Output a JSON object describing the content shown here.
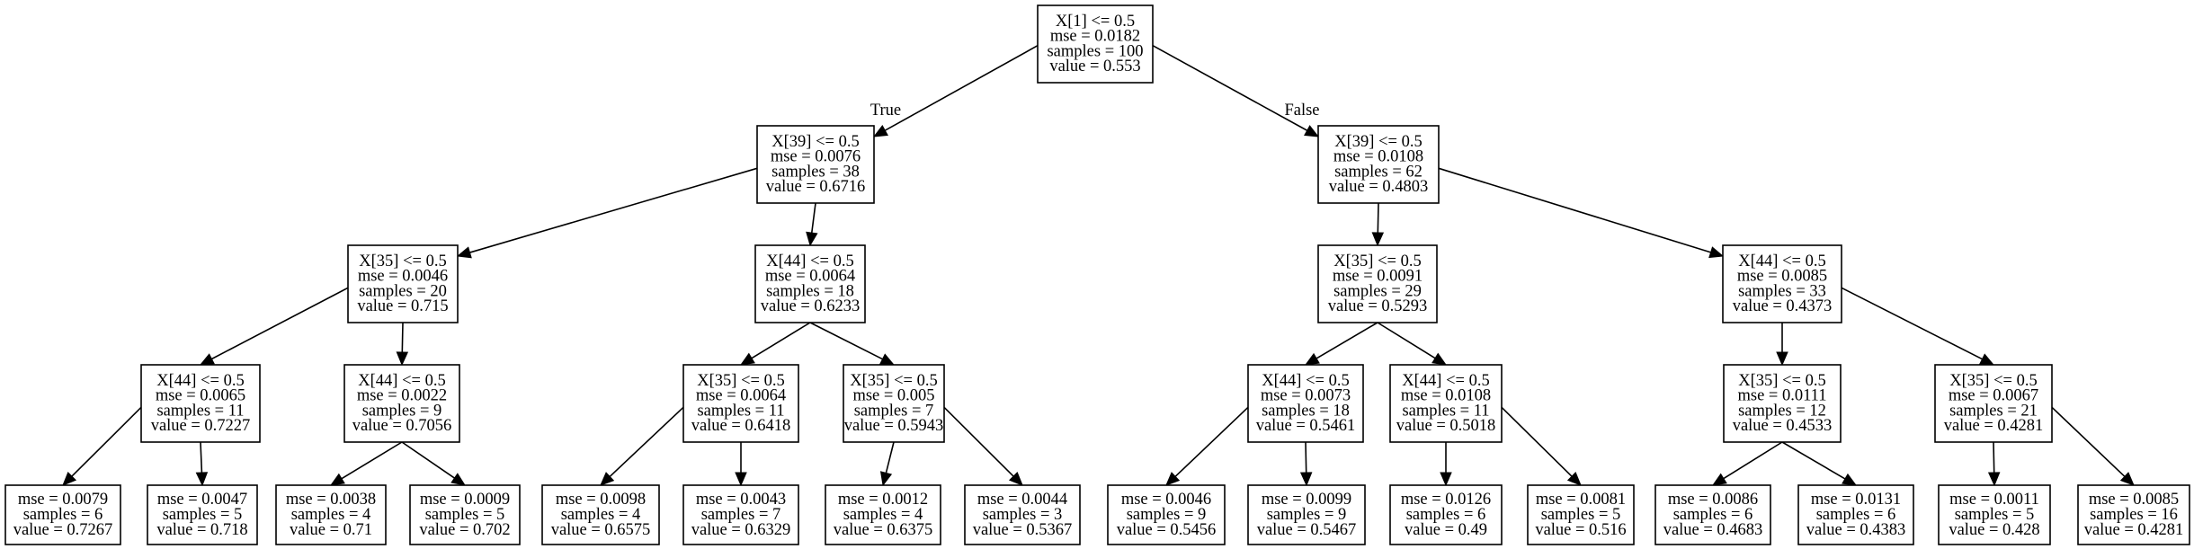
{
  "tree": {
    "nodes": [
      {
        "id": "n0",
        "lines": [
          "X[1] <= 0.5",
          "mse = 0.0182",
          "samples = 100",
          "value = 0.553"
        ]
      },
      {
        "id": "n1",
        "lines": [
          "X[39] <= 0.5",
          "mse = 0.0076",
          "samples = 38",
          "value = 0.6716"
        ]
      },
      {
        "id": "n2",
        "lines": [
          "X[39] <= 0.5",
          "mse = 0.0108",
          "samples = 62",
          "value = 0.4803"
        ]
      },
      {
        "id": "n3",
        "lines": [
          "X[35] <= 0.5",
          "mse = 0.0046",
          "samples = 20",
          "value = 0.715"
        ]
      },
      {
        "id": "n4",
        "lines": [
          "X[44] <= 0.5",
          "mse = 0.0064",
          "samples = 18",
          "value = 0.6233"
        ]
      },
      {
        "id": "n5",
        "lines": [
          "X[35] <= 0.5",
          "mse = 0.0091",
          "samples = 29",
          "value = 0.5293"
        ]
      },
      {
        "id": "n6",
        "lines": [
          "X[44] <= 0.5",
          "mse = 0.0085",
          "samples = 33",
          "value = 0.4373"
        ]
      },
      {
        "id": "n7",
        "lines": [
          "X[44] <= 0.5",
          "mse = 0.0065",
          "samples = 11",
          "value = 0.7227"
        ]
      },
      {
        "id": "n8",
        "lines": [
          "X[44] <= 0.5",
          "mse = 0.0022",
          "samples = 9",
          "value = 0.7056"
        ]
      },
      {
        "id": "n9",
        "lines": [
          "X[35] <= 0.5",
          "mse = 0.0064",
          "samples = 11",
          "value = 0.6418"
        ]
      },
      {
        "id": "n10",
        "lines": [
          "X[35] <= 0.5",
          "mse = 0.005",
          "samples = 7",
          "value = 0.5943"
        ]
      },
      {
        "id": "n11",
        "lines": [
          "X[44] <= 0.5",
          "mse = 0.0073",
          "samples = 18",
          "value = 0.5461"
        ]
      },
      {
        "id": "n12",
        "lines": [
          "X[44] <= 0.5",
          "mse = 0.0108",
          "samples = 11",
          "value = 0.5018"
        ]
      },
      {
        "id": "n13",
        "lines": [
          "X[35] <= 0.5",
          "mse = 0.0111",
          "samples = 12",
          "value = 0.4533"
        ]
      },
      {
        "id": "n14",
        "lines": [
          "X[35] <= 0.5",
          "mse = 0.0067",
          "samples = 21",
          "value = 0.4281"
        ]
      },
      {
        "id": "n15",
        "lines": [
          "mse = 0.0079",
          "samples = 6",
          "value = 0.7267"
        ]
      },
      {
        "id": "n16",
        "lines": [
          "mse = 0.0047",
          "samples = 5",
          "value = 0.718"
        ]
      },
      {
        "id": "n17",
        "lines": [
          "mse = 0.0038",
          "samples = 4",
          "value = 0.71"
        ]
      },
      {
        "id": "n18",
        "lines": [
          "mse = 0.0009",
          "samples = 5",
          "value = 0.702"
        ]
      },
      {
        "id": "n19",
        "lines": [
          "mse = 0.0098",
          "samples = 4",
          "value = 0.6575"
        ]
      },
      {
        "id": "n20",
        "lines": [
          "mse = 0.0043",
          "samples = 7",
          "value = 0.6329"
        ]
      },
      {
        "id": "n21",
        "lines": [
          "mse = 0.0012",
          "samples = 4",
          "value = 0.6375"
        ]
      },
      {
        "id": "n22",
        "lines": [
          "mse = 0.0044",
          "samples = 3",
          "value = 0.5367"
        ]
      },
      {
        "id": "n23",
        "lines": [
          "mse = 0.0046",
          "samples = 9",
          "value = 0.5456"
        ]
      },
      {
        "id": "n24",
        "lines": [
          "mse = 0.0099",
          "samples = 9",
          "value = 0.5467"
        ]
      },
      {
        "id": "n25",
        "lines": [
          "mse = 0.0126",
          "samples = 6",
          "value = 0.49"
        ]
      },
      {
        "id": "n26",
        "lines": [
          "mse = 0.0081",
          "samples = 5",
          "value = 0.516"
        ]
      },
      {
        "id": "n27",
        "lines": [
          "mse = 0.0086",
          "samples = 6",
          "value = 0.4683"
        ]
      },
      {
        "id": "n28",
        "lines": [
          "mse = 0.0131",
          "samples = 6",
          "value = 0.4383"
        ]
      },
      {
        "id": "n29",
        "lines": [
          "mse = 0.0011",
          "samples = 5",
          "value = 0.428"
        ]
      },
      {
        "id": "n30",
        "lines": [
          "mse = 0.0085",
          "samples = 16",
          "value = 0.4281"
        ]
      }
    ],
    "edges": [
      {
        "from": "n0",
        "to": "n1",
        "label": "True"
      },
      {
        "from": "n0",
        "to": "n2",
        "label": "False"
      },
      {
        "from": "n1",
        "to": "n3"
      },
      {
        "from": "n1",
        "to": "n4"
      },
      {
        "from": "n2",
        "to": "n5"
      },
      {
        "from": "n2",
        "to": "n6"
      },
      {
        "from": "n3",
        "to": "n7"
      },
      {
        "from": "n3",
        "to": "n8"
      },
      {
        "from": "n4",
        "to": "n9"
      },
      {
        "from": "n4",
        "to": "n10"
      },
      {
        "from": "n5",
        "to": "n11"
      },
      {
        "from": "n5",
        "to": "n12"
      },
      {
        "from": "n6",
        "to": "n13"
      },
      {
        "from": "n6",
        "to": "n14"
      },
      {
        "from": "n7",
        "to": "n15"
      },
      {
        "from": "n7",
        "to": "n16"
      },
      {
        "from": "n8",
        "to": "n17"
      },
      {
        "from": "n8",
        "to": "n18"
      },
      {
        "from": "n9",
        "to": "n19"
      },
      {
        "from": "n9",
        "to": "n20"
      },
      {
        "from": "n10",
        "to": "n21"
      },
      {
        "from": "n10",
        "to": "n22"
      },
      {
        "from": "n11",
        "to": "n23"
      },
      {
        "from": "n11",
        "to": "n24"
      },
      {
        "from": "n12",
        "to": "n25"
      },
      {
        "from": "n12",
        "to": "n26"
      },
      {
        "from": "n13",
        "to": "n27"
      },
      {
        "from": "n13",
        "to": "n28"
      },
      {
        "from": "n14",
        "to": "n29"
      },
      {
        "from": "n14",
        "to": "n30"
      }
    ]
  }
}
